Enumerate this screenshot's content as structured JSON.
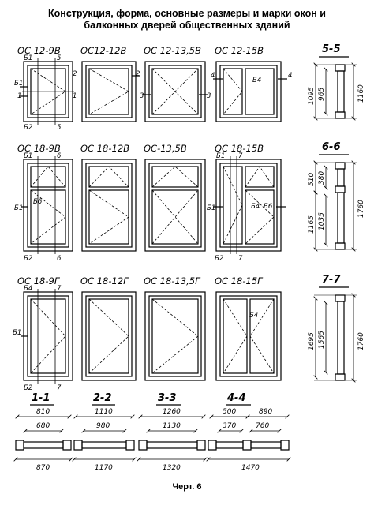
{
  "title": {
    "line1": "Конструкция, форма, основные размеры и марки окон и",
    "line2": "балконных дверей общественных зданий"
  },
  "footer": "Черт. 6",
  "row1": {
    "labels": [
      "ОС 12-9В",
      "ОС12-12В",
      "ОС 12-13,5В",
      "ОС 12-15В"
    ],
    "section": "5-5",
    "section_dims": [
      "1095",
      "965",
      "1160"
    ]
  },
  "row2": {
    "labels": [
      "ОС 18-9В",
      "ОС 18-12В",
      "ОС-13,5В",
      "ОС 18-15В"
    ],
    "section": "6-6",
    "section_dims": [
      "510",
      "380",
      "1165",
      "1035",
      "1760"
    ]
  },
  "row3": {
    "labels": [
      "ОС 18-9Г",
      "ОС 18-12Г",
      "ОС 18-13,5Г",
      "ОС 18-15Г"
    ],
    "section": "7-7",
    "section_dims": [
      "1695",
      "1565",
      "1760"
    ]
  },
  "marks": {
    "b1": "Б1",
    "b2": "Б2",
    "b4": "Б4",
    "b6": "Б6",
    "n1": "1",
    "n2": "2",
    "n3": "3",
    "n4": "4",
    "n5": "5",
    "n6": "6",
    "n7": "7"
  },
  "sections_bottom": [
    {
      "name": "1-1",
      "top": "810",
      "mid": "680",
      "bottom": "870"
    },
    {
      "name": "2-2",
      "top": "1110",
      "mid": "980",
      "bottom": "1170"
    },
    {
      "name": "3-3",
      "top": "1260",
      "mid": "1130",
      "bottom": "1320"
    },
    {
      "name": "4-4",
      "top_a": "500",
      "top_b": "890",
      "mid_a": "370",
      "mid_b": "760",
      "bottom": "1470"
    }
  ]
}
